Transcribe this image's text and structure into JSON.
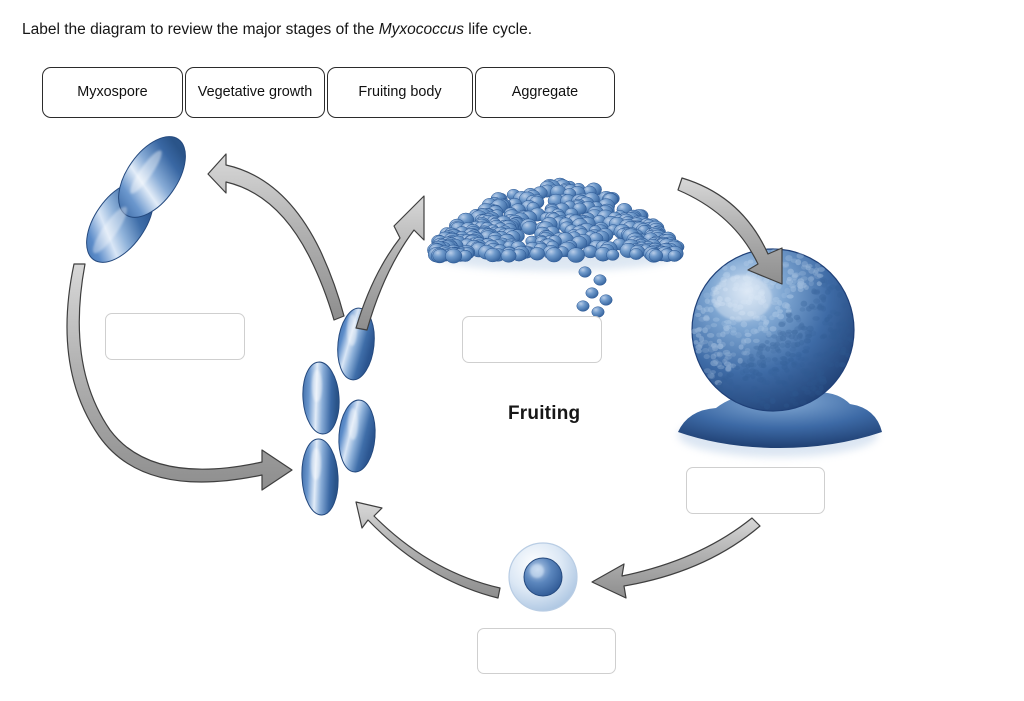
{
  "prompt": {
    "before": "Label the diagram to review the major stages of the ",
    "organism": "Myxococcus",
    "after": " life cycle."
  },
  "chip_tray": {
    "chips": [
      {
        "id": "myxospore",
        "label": "Myxospore"
      },
      {
        "id": "vegetative",
        "label": "Vegetative growth"
      },
      {
        "id": "fruiting-body",
        "label": "Fruiting body"
      },
      {
        "id": "aggregate",
        "label": "Aggregate"
      }
    ]
  },
  "diagram": {
    "caption": "Fruiting",
    "dropboxes": [
      {
        "id": "vegetative",
        "value": "",
        "stage": "vegetative growth"
      },
      {
        "id": "aggregate",
        "value": "",
        "stage": "aggregate"
      },
      {
        "id": "fruiting",
        "value": "",
        "stage": "fruiting body"
      },
      {
        "id": "myxospore",
        "value": "",
        "stage": "myxospore"
      }
    ],
    "illustrations": [
      {
        "id": "dividing-cells",
        "name": "dividing rod-shaped cells"
      },
      {
        "id": "rod-cluster",
        "name": "cluster of vegetative rod cells"
      },
      {
        "id": "aggregate-mound",
        "name": "mound of aggregated cells"
      },
      {
        "id": "fruiting-body",
        "name": "spherical fruiting body on base"
      },
      {
        "id": "myxospore",
        "name": "myxospore with halo"
      }
    ],
    "arrows": [
      {
        "id": "arrow-cluster-to-dividing",
        "direction": "left"
      },
      {
        "id": "arrow-dividing-to-cluster",
        "direction": "right"
      },
      {
        "id": "arrow-cluster-to-aggregate",
        "direction": "up-right"
      },
      {
        "id": "arrow-aggregate-to-fruiting",
        "direction": "down-right"
      },
      {
        "id": "arrow-fruiting-to-myxospore",
        "direction": "left"
      },
      {
        "id": "arrow-myxospore-to-cluster",
        "direction": "up-left"
      }
    ]
  },
  "colors": {
    "cell_blue_dark": "#2f5fa0",
    "cell_blue_mid": "#5b8ac6",
    "cell_blue_light": "#c3d7ee",
    "arrow_gray": "#b4b4b4",
    "arrow_outline": "#4a4a4a",
    "chip_border": "#2b2b2b",
    "dropbox_border": "#cfcfcf"
  }
}
